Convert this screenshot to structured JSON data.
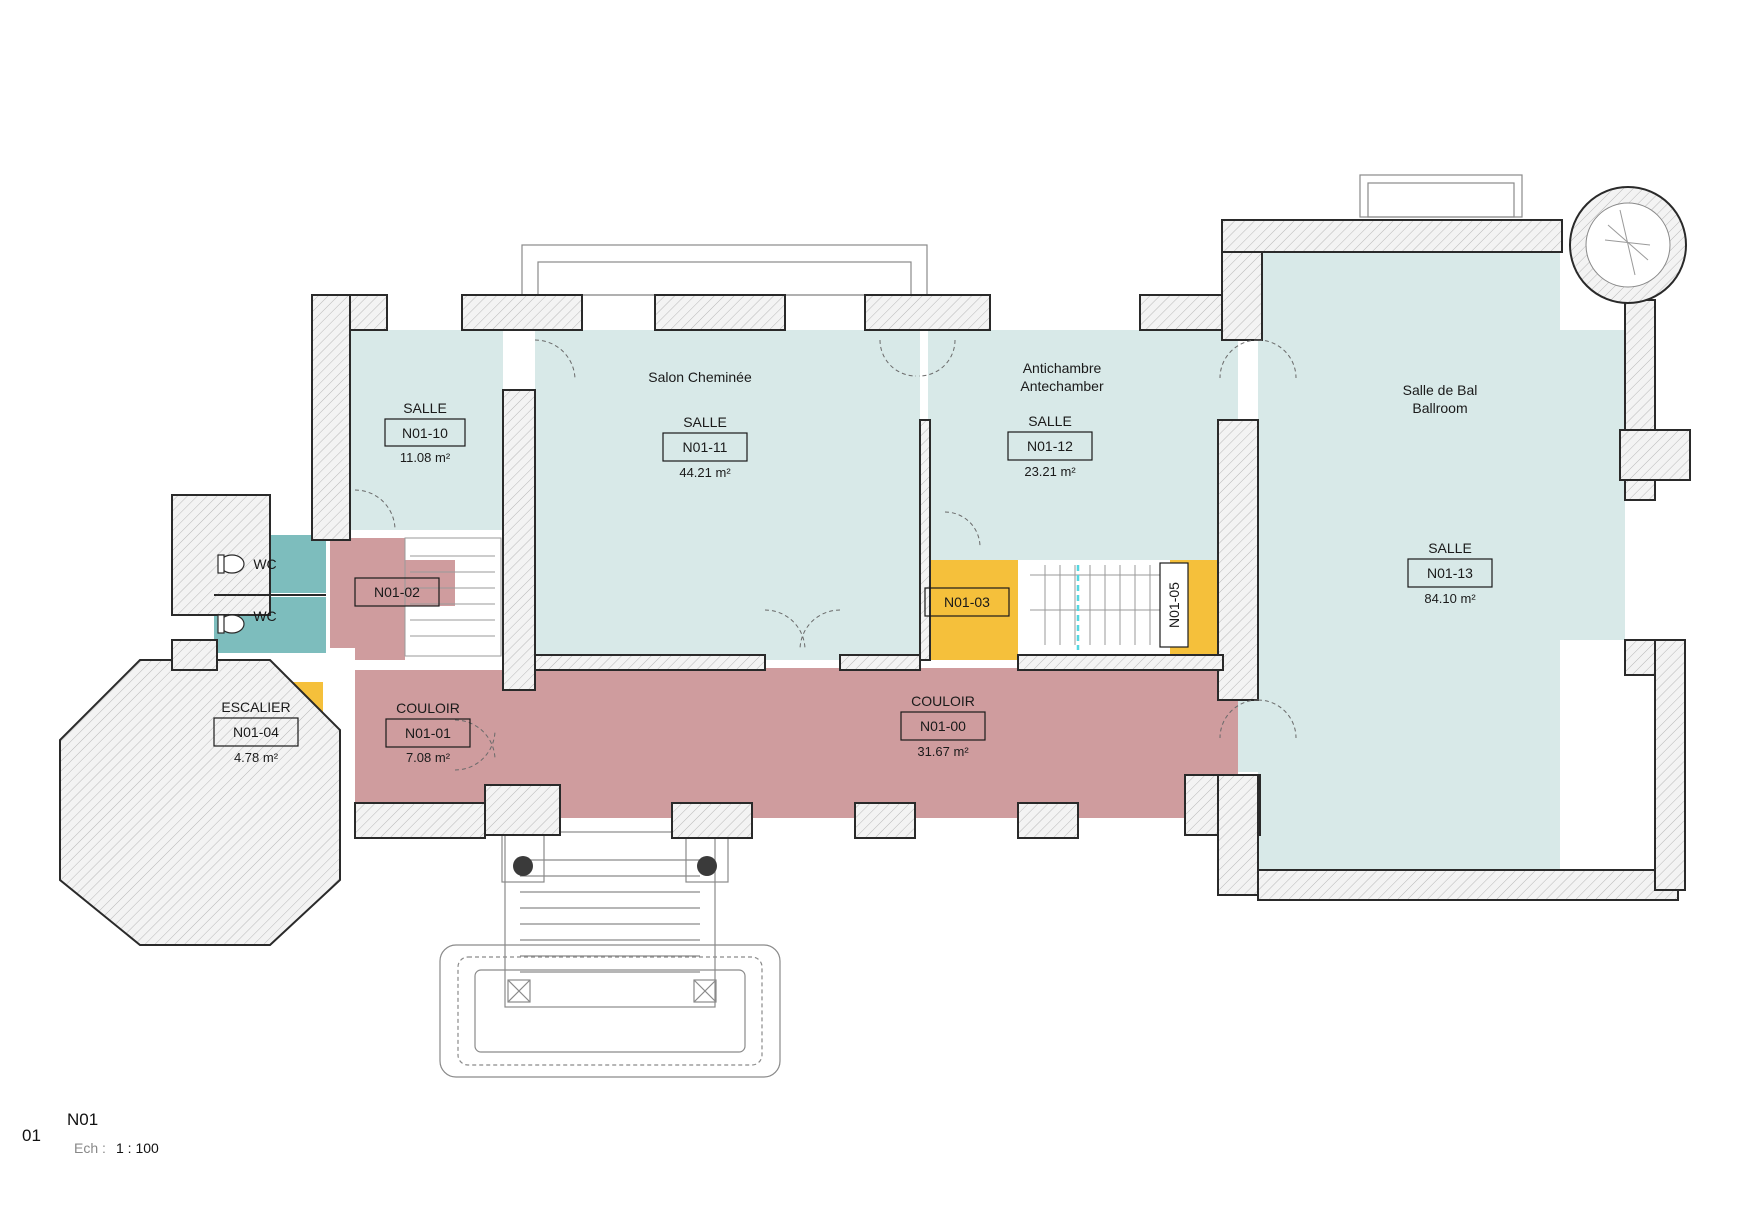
{
  "colors": {
    "salle": "#d8e9e8",
    "couloir": "#cf9c9e",
    "escalier": "#f5c03b",
    "wc": "#7dbdbd",
    "wall_fill": "#f1f1f1",
    "wall_line": "#2a2a2a",
    "accent_cyan": "#55d6e0"
  },
  "rooms": [
    {
      "id": "n01-10",
      "type": "SALLE",
      "code": "N01-10",
      "area": "11.08 m²"
    },
    {
      "id": "n01-11",
      "name": "Salon Cheminée",
      "type": "SALLE",
      "code": "N01-11",
      "area": "44.21 m²"
    },
    {
      "id": "n01-12",
      "name_fr": "Antichambre",
      "name_en": "Antechamber",
      "type": "SALLE",
      "code": "N01-12",
      "area": "23.21 m²"
    },
    {
      "id": "n01-13",
      "name_fr": "Salle de Bal",
      "name_en": "Ballroom",
      "type": "SALLE",
      "code": "N01-13",
      "area": "84.10 m²"
    },
    {
      "id": "n01-00",
      "type": "COULOIR",
      "code": "N01-00",
      "area": "31.67 m²"
    },
    {
      "id": "n01-01",
      "type": "COULOIR",
      "code": "N01-01",
      "area": "7.08 m²"
    },
    {
      "id": "n01-04",
      "type": "ESCALIER",
      "code": "N01-04",
      "area": "4.78 m²"
    },
    {
      "id": "n01-02",
      "code": "N01-02"
    },
    {
      "id": "n01-03",
      "code": "N01-03"
    },
    {
      "id": "n01-05",
      "code": "N01-05"
    }
  ],
  "wc": [
    "WC",
    "WC"
  ],
  "footer": {
    "view_number": "01",
    "level": "N01",
    "scale_label": "Ech :",
    "scale_value": "1 : 100"
  }
}
